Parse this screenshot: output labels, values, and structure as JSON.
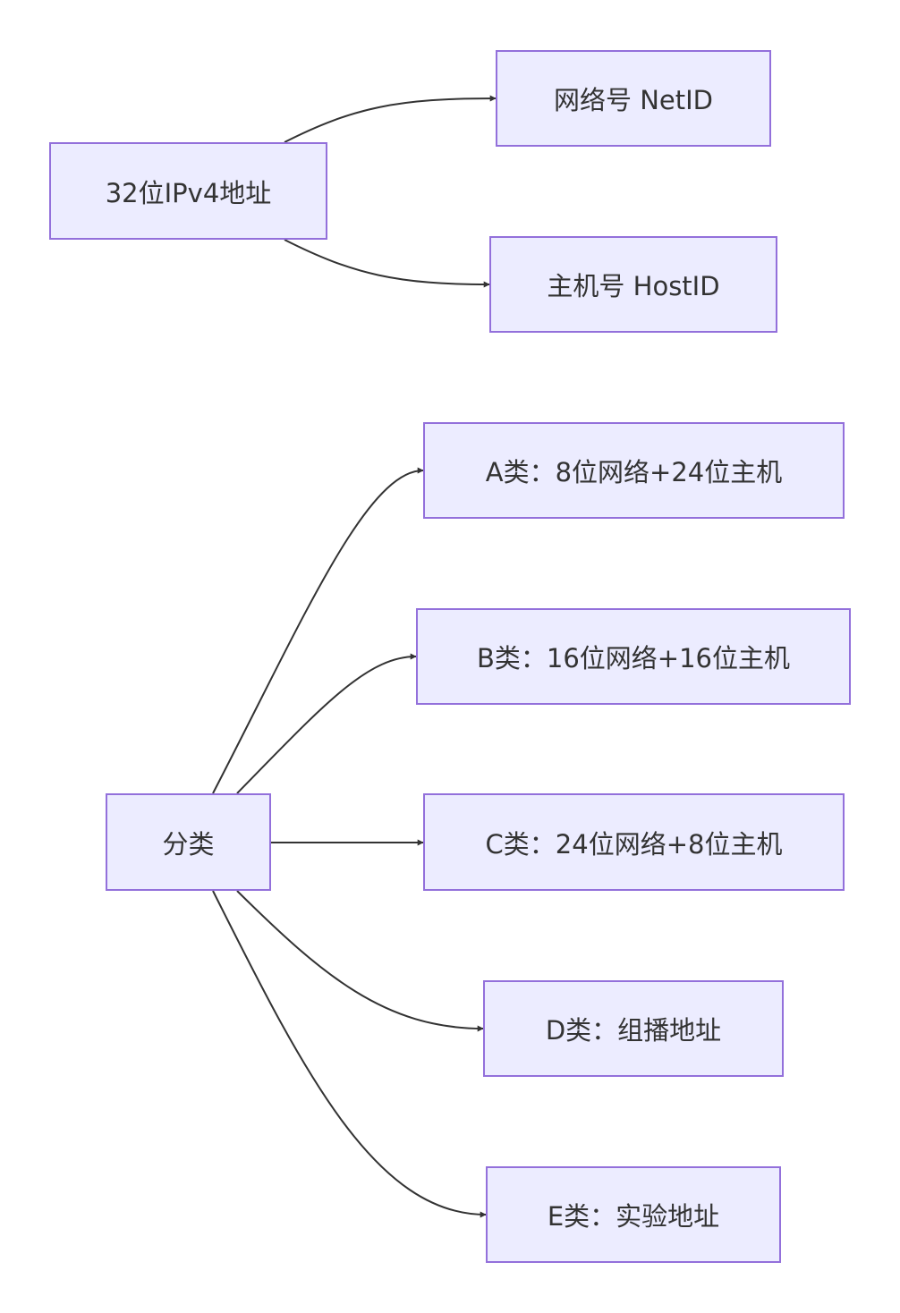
{
  "colors": {
    "node_fill": "#ececff",
    "node_border": "#9370db",
    "edge": "#333333",
    "text": "#333333"
  },
  "nodes": {
    "ipv4": "32位IPv4地址",
    "netid": "网络号 NetID",
    "hostid": "主机号 HostID",
    "classify": "分类",
    "class_a": "A类：8位网络+24位主机",
    "class_b": "B类：16位网络+16位主机",
    "class_c": "C类：24位网络+8位主机",
    "class_d": "D类：组播地址",
    "class_e": "E类：实验地址"
  },
  "edges": [
    {
      "from": "ipv4",
      "to": "netid"
    },
    {
      "from": "ipv4",
      "to": "hostid"
    },
    {
      "from": "classify",
      "to": "class_a"
    },
    {
      "from": "classify",
      "to": "class_b"
    },
    {
      "from": "classify",
      "to": "class_c"
    },
    {
      "from": "classify",
      "to": "class_d"
    },
    {
      "from": "classify",
      "to": "class_e"
    }
  ]
}
